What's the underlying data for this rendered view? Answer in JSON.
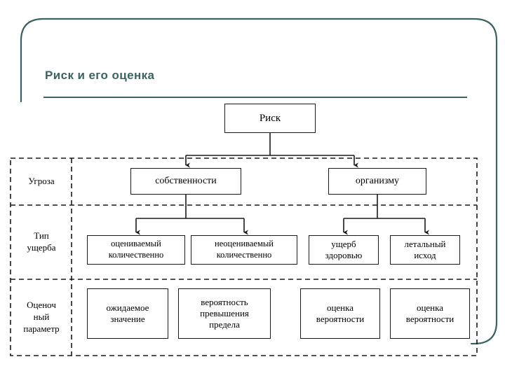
{
  "slide": {
    "title": "Риск и его оценка",
    "frame_color": "#3b6360",
    "background": "#ffffff",
    "line_color": "#1a1a1a"
  },
  "chart_data": {
    "type": "diagram",
    "title": "Риск и его оценка",
    "diagram_kind": "hierarchy-tree-with-swimlanes",
    "rows": [
      {
        "id": "threat",
        "label": "Угроза"
      },
      {
        "id": "damage_type",
        "label": "Тип\nущерба"
      },
      {
        "id": "estimation_parameter",
        "label": "Оценоч\nный\nпараметр"
      }
    ],
    "nodes": [
      {
        "id": "risk",
        "label": "Риск",
        "row": null,
        "level": 0
      },
      {
        "id": "property",
        "label": "собственности",
        "row": "threat",
        "level": 1
      },
      {
        "id": "organism",
        "label": "организму",
        "row": "threat",
        "level": 1
      },
      {
        "id": "quant",
        "label": "оцениваемый\nколичественно",
        "row": "damage_type",
        "level": 2
      },
      {
        "id": "nonquant",
        "label": "неоцениваемый\nколичественно",
        "row": "damage_type",
        "level": 2
      },
      {
        "id": "health",
        "label": "ущерб\nздоровью",
        "row": "damage_type",
        "level": 2
      },
      {
        "id": "lethal",
        "label": "летальный\nисход",
        "row": "damage_type",
        "level": 2
      },
      {
        "id": "expected",
        "label": "ожидаемое\nзначение",
        "row": "estimation_parameter",
        "level": 3
      },
      {
        "id": "exceed",
        "label": "вероятность\nпревышения\nпредела",
        "row": "estimation_parameter",
        "level": 3
      },
      {
        "id": "prob1",
        "label": "оценка\nвероятности",
        "row": "estimation_parameter",
        "level": 3
      },
      {
        "id": "prob2",
        "label": "оценка\nвероятности",
        "row": "estimation_parameter",
        "level": 3
      }
    ],
    "edges": [
      {
        "from": "risk",
        "to": "property",
        "arrow": true
      },
      {
        "from": "risk",
        "to": "organism",
        "arrow": true
      },
      {
        "from": "property",
        "to": "quant",
        "arrow": true
      },
      {
        "from": "property",
        "to": "nonquant",
        "arrow": true
      },
      {
        "from": "organism",
        "to": "health",
        "arrow": true
      },
      {
        "from": "organism",
        "to": "lethal",
        "arrow": true
      },
      {
        "from": "quant",
        "to": "expected",
        "arrow": false
      },
      {
        "from": "nonquant",
        "to": "exceed",
        "arrow": false
      },
      {
        "from": "health",
        "to": "prob1",
        "arrow": false
      },
      {
        "from": "lethal",
        "to": "prob2",
        "arrow": false
      }
    ]
  },
  "nodes": {
    "risk": "Риск",
    "property": "собственности",
    "organism": "организму",
    "quant_line1": "оцениваемый",
    "quant_line2": "количественно",
    "nonquant_line1": "неоцениваемый",
    "nonquant_line2": "количественно",
    "health_line1": "ущерб",
    "health_line2": "здоровью",
    "lethal_line1": "летальный",
    "lethal_line2": "исход",
    "expected_line1": "ожидаемое",
    "expected_line2": "значение",
    "exceed_line1": "вероятность",
    "exceed_line2": "превышения",
    "exceed_line3": "предела",
    "prob1_line1": "оценка",
    "prob1_line2": "вероятности",
    "prob2_line1": "оценка",
    "prob2_line2": "вероятности"
  },
  "row_labels": {
    "threat": "Угроза",
    "damage_line1": "Тип",
    "damage_line2": "ущерба",
    "param_line1": "Оценоч",
    "param_line2": "ный",
    "param_line3": "параметр"
  }
}
